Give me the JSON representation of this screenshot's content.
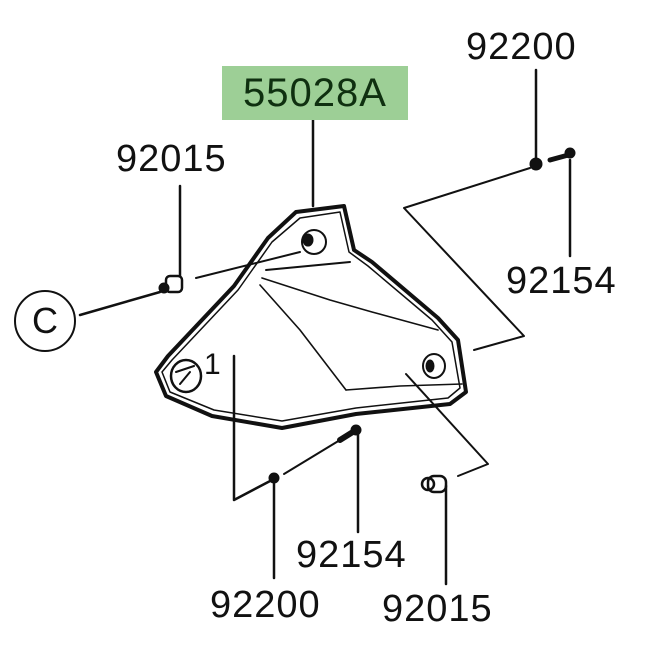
{
  "diagram": {
    "type": "exploded-parts-diagram",
    "main_part": {
      "number": "55028A",
      "highlight_color": "#9dcf96"
    },
    "reference_marker": "C",
    "index_marker": "1",
    "labels": [
      {
        "id": "top-right-92200",
        "text": "92200"
      },
      {
        "id": "top-left-92015",
        "text": "92015"
      },
      {
        "id": "right-92154",
        "text": "92154"
      },
      {
        "id": "bottom-92154",
        "text": "92154"
      },
      {
        "id": "bottom-92200",
        "text": "92200"
      },
      {
        "id": "bottom-92015",
        "text": "92015"
      }
    ]
  }
}
